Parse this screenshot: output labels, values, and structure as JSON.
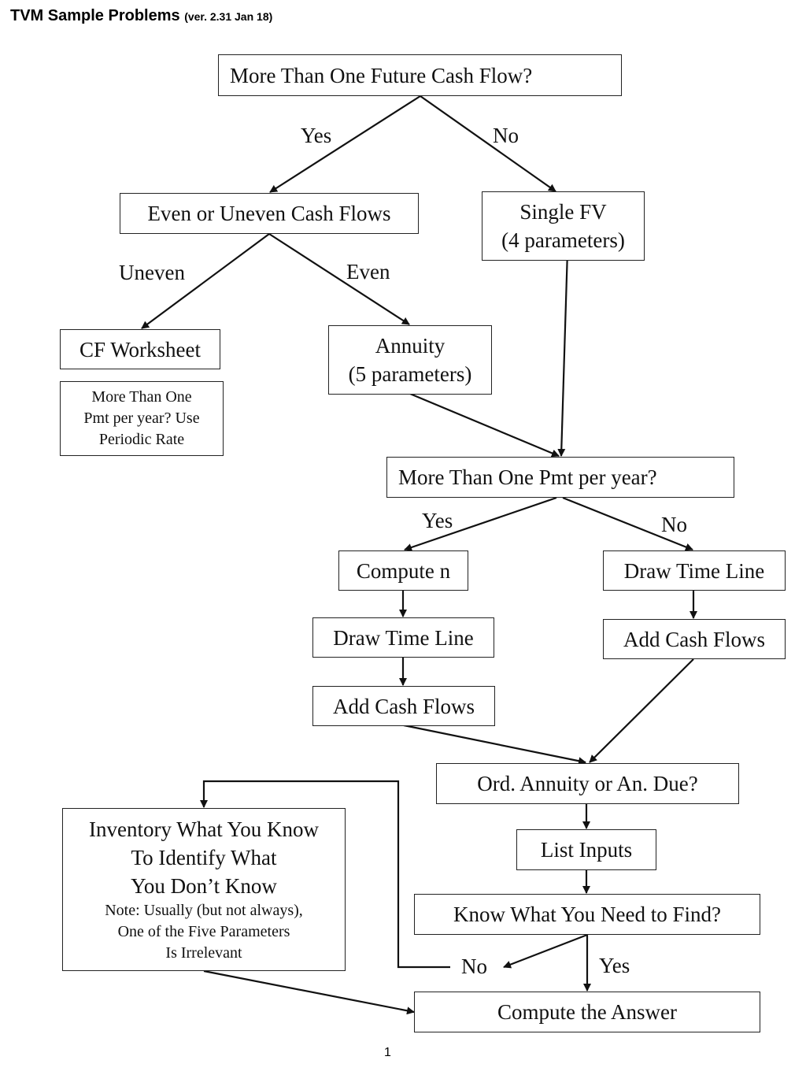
{
  "header": {
    "title": "TVM Sample Problems",
    "version": "(ver. 2.31 Jan 18)"
  },
  "nodes": {
    "future_cf": "More Than One Future Cash Flow?",
    "even_uneven": "Even or Uneven Cash Flows",
    "single_fv": [
      "Single FV",
      "(4 parameters)"
    ],
    "cf_worksheet": "CF Worksheet",
    "cf_note": [
      "More Than One",
      "Pmt per year? Use",
      "Periodic Rate"
    ],
    "annuity": [
      "Annuity",
      "(5 parameters)"
    ],
    "pmt_per_year": "More Than One Pmt per year?",
    "compute_n": "Compute n",
    "draw_time_line_left": "Draw Time Line",
    "add_cash_flows_left": "Add Cash Flows",
    "draw_time_line_right": "Draw Time Line",
    "add_cash_flows_right": "Add Cash Flows",
    "ord_annuity": "Ord. Annuity or An. Due?",
    "list_inputs": "List Inputs",
    "know_find": "Know What You Need to Find?",
    "compute_answer": "Compute the Answer",
    "inventory": [
      "Inventory What You Know",
      "To Identify What",
      "You Don’t Know"
    ],
    "inventory_note": [
      "Note: Usually (but not always),",
      "One of the Five Parameters",
      "Is Irrelevant"
    ]
  },
  "edge_labels": {
    "yes_1": "Yes",
    "no_1": "No",
    "uneven": "Uneven",
    "even": "Even",
    "yes_2": "Yes",
    "no_2": "No",
    "no_3": "No",
    "yes_3": "Yes"
  },
  "footer": {
    "page_number": "1"
  }
}
